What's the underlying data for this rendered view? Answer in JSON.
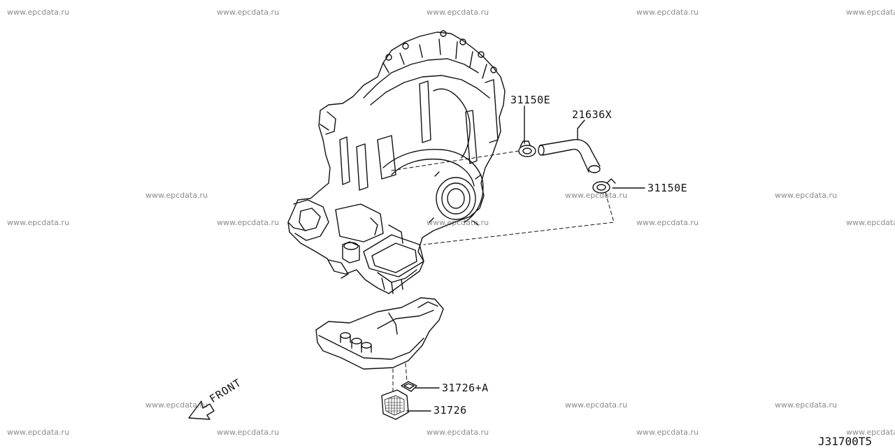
{
  "watermark": "www.epcdata.ru",
  "callouts": {
    "hose_clamp_upper": "31150E",
    "hose": "21636X",
    "hose_clamp_lower": "31150E",
    "strainer_oring": "31726+A",
    "strainer": "31726"
  },
  "front_label": "FRONT",
  "diagram_id": "J31700T5"
}
